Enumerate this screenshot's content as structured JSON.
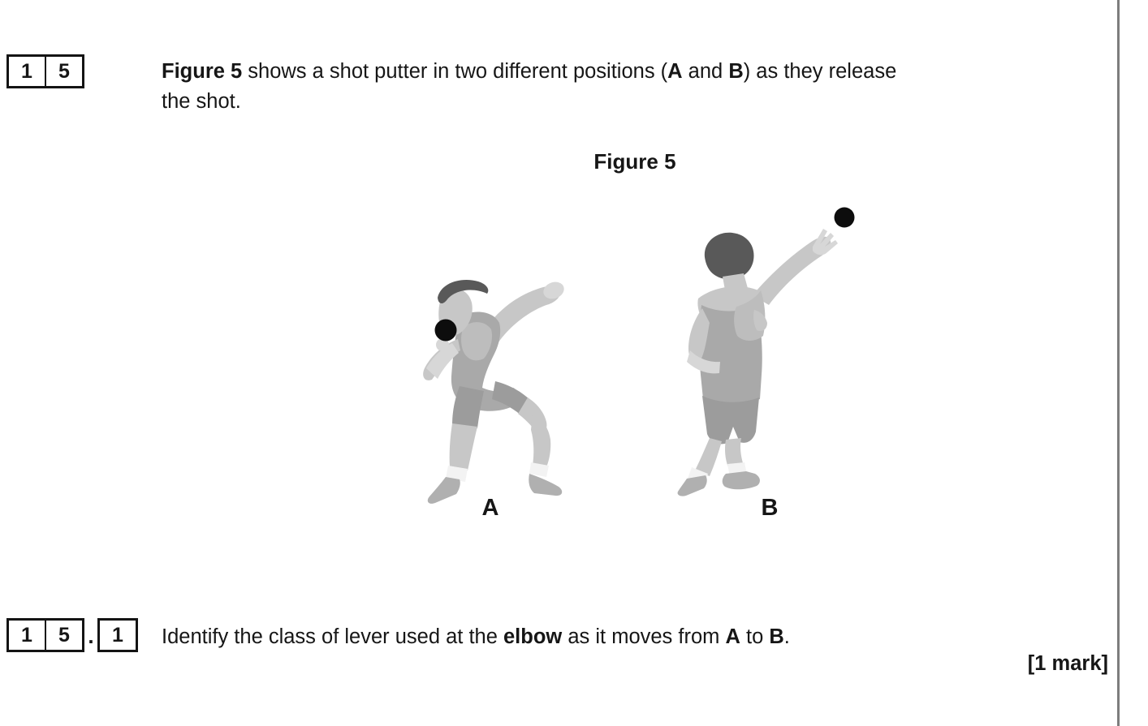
{
  "page": {
    "background": "#ffffff",
    "edge_line_color": "#7d7d7d",
    "text_color": "#161616"
  },
  "question": {
    "number_digits": [
      "1",
      "5"
    ],
    "intro_line1_segments": [
      {
        "text": "Figure 5",
        "bold": true
      },
      {
        "text": " shows a shot putter in two different positions (",
        "bold": false
      },
      {
        "text": "A",
        "bold": true
      },
      {
        "text": " and ",
        "bold": false
      },
      {
        "text": "B",
        "bold": true
      },
      {
        "text": ") as they release",
        "bold": false
      }
    ],
    "intro_line2": "the shot."
  },
  "figure": {
    "title": "Figure 5",
    "label_a": "A",
    "label_b": "B",
    "colors": {
      "skin": "#c7c7c7",
      "skin_light": "#d7d7d7",
      "singlet": "#a9a9a9",
      "singlet_light": "#bdbdbd",
      "shorts": "#9c9c9c",
      "hair": "#595959",
      "sock": "#f3f3f3",
      "shoe": "#b0b0b0",
      "shot": "#0d0d0d"
    }
  },
  "sub_question": {
    "number_prefix_digits": [
      "1",
      "5"
    ],
    "separator": ".",
    "number_suffix_digits": [
      "1"
    ],
    "text_segments": [
      {
        "text": "Identify the class of lever used at the ",
        "bold": false
      },
      {
        "text": "elbow",
        "bold": true
      },
      {
        "text": " as it moves from ",
        "bold": false
      },
      {
        "text": "A",
        "bold": true
      },
      {
        "text": " to ",
        "bold": false
      },
      {
        "text": "B",
        "bold": true
      },
      {
        "text": ".",
        "bold": false
      }
    ],
    "marks": "[1 mark]"
  }
}
